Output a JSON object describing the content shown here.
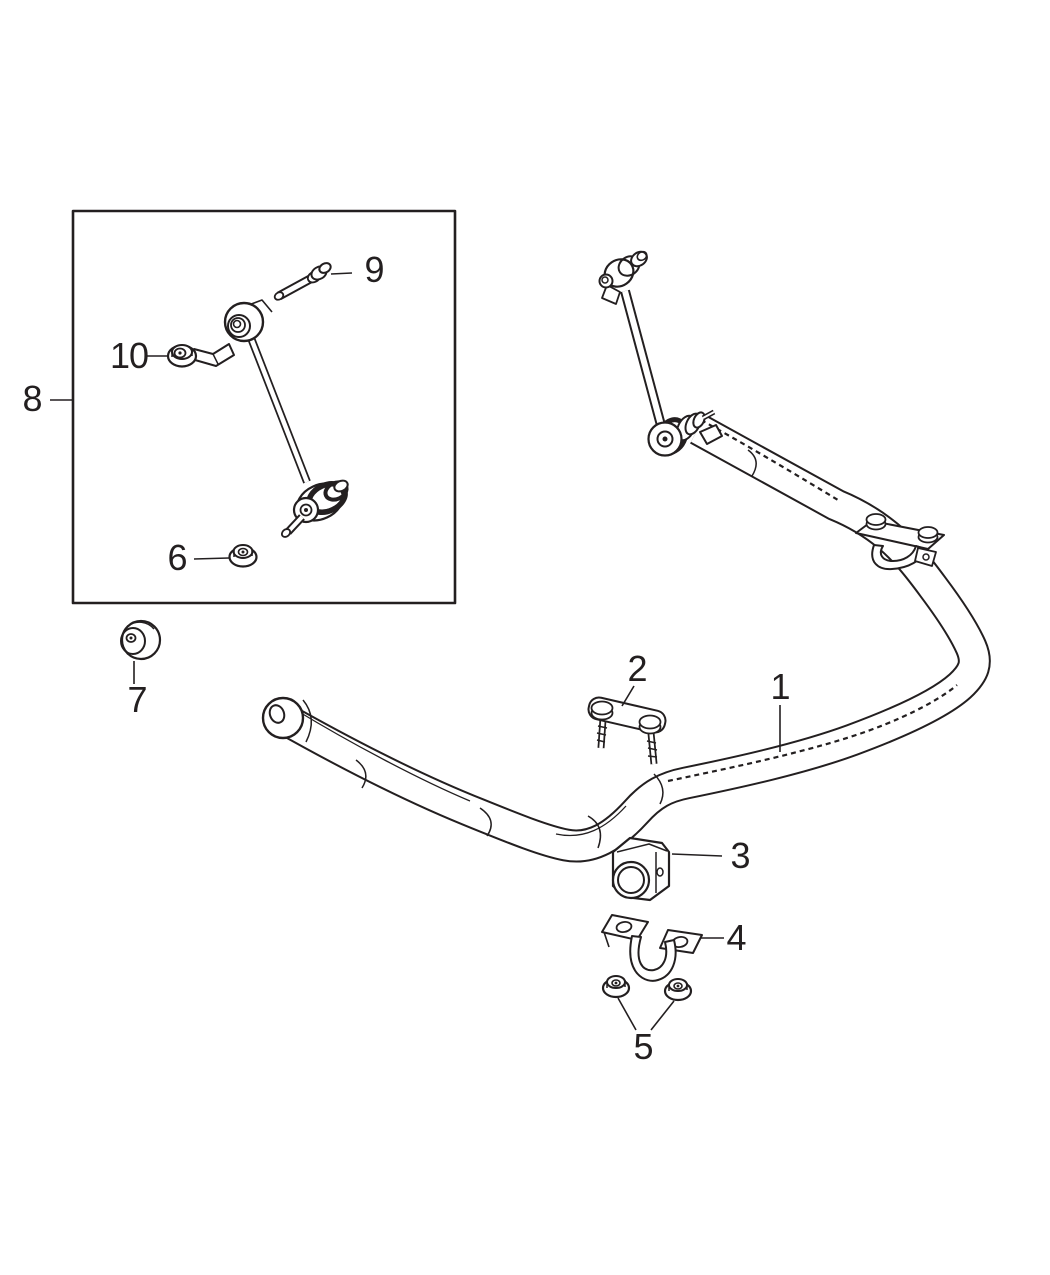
{
  "figure": {
    "background_color": "#ffffff",
    "line_color": "#231f20"
  },
  "callouts": [
    {
      "text": "1"
    },
    {
      "text": "2"
    },
    {
      "text": "3"
    },
    {
      "text": "4"
    },
    {
      "text": "5"
    },
    {
      "text": "6"
    },
    {
      "text": "7"
    },
    {
      "text": "8"
    },
    {
      "text": "9"
    },
    {
      "text": "10"
    }
  ]
}
